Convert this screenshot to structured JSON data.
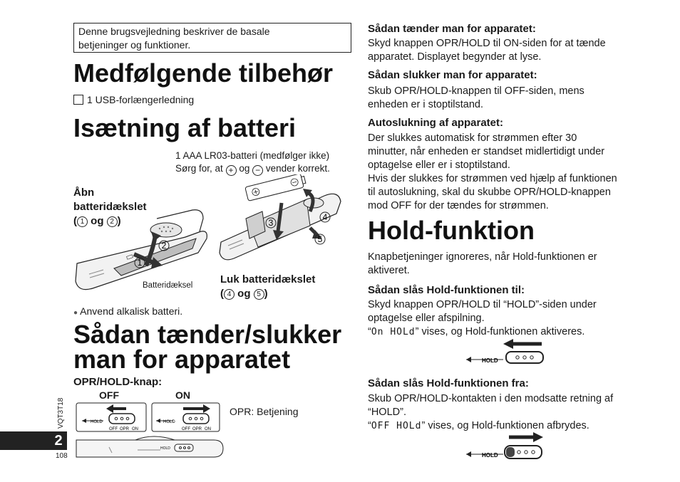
{
  "intro": {
    "line1": "Denne brugsvejledning beskriver de basale",
    "line2": "betjeninger og funktioner."
  },
  "accessories": {
    "title": "Medfølgende tilbehør",
    "item": "1 USB-forlængerledning"
  },
  "battery": {
    "title": "Isætning af batteri",
    "note_line1": "1 AAA LR03-batteri (medfølger ikke)",
    "note_line2_a": "Sørg for, at",
    "note_line2_b": "og",
    "note_line2_c": "vender korrekt.",
    "open_label_line1": "Åbn",
    "open_label_line2": "batteridækslet",
    "open_label_line3_a": "(",
    "open_label_num1": "1",
    "open_label_og": "og",
    "open_label_num2": "2",
    "open_label_line3_b": ")",
    "cover_label": "Batteridæksel",
    "close_label_line1": "Luk batteridækslet",
    "close_label_a": "(",
    "close_label_num1": "4",
    "close_label_og": "og",
    "close_label_num2": "5",
    "close_label_b": ")",
    "alkaline_note": "Anvend alkalisk batteri.",
    "step_numbers": [
      "1",
      "2",
      "3",
      "4",
      "5"
    ]
  },
  "power": {
    "title_line1": "Sådan tænder/slukker",
    "title_line2": "man for apparatet",
    "knob_label": "OPR/HOLD-knap:",
    "off_label": "OFF",
    "on_label": "ON",
    "opr_note": "OPR: Betjening",
    "switch_hold": "HOLD",
    "switch_off": "OFF",
    "switch_opr": "OPR",
    "switch_on": "ON"
  },
  "page": {
    "number": "2",
    "code": "VQT3T18",
    "page_index": "108"
  },
  "right": {
    "on_heading": "Sådan tænder man for apparatet:",
    "on_text_line1": "Skyd knappen OPR/HOLD til ON-siden for at tænde",
    "on_text_line2": "apparatet. Displayet begynder at lyse.",
    "off_heading": "Sådan slukker man for apparatet:",
    "off_text_line1": "Skub OPR/HOLD-knappen til OFF-siden, mens",
    "off_text_line2": "enheden er i stoptilstand.",
    "auto_heading": "Autoslukning af apparatet:",
    "auto_text_line1": "Der slukkes automatisk for strømmen efter 30",
    "auto_text_line2": "minutter, når enheden er standset midlertidigt under",
    "auto_text_line3": "optagelse eller er i stoptilstand.",
    "auto_text_line4": "Hvis der slukkes for strømmen ved hjælp af funktionen",
    "auto_text_line5": "til autoslukning, skal du skubbe OPR/HOLD-knappen",
    "auto_text_line6": "mod OFF for der tændes for strømmen.",
    "hold_title": "Hold-funktion",
    "hold_intro_line1": "Knapbetjeninger ignoreres, når Hold-funktionen er",
    "hold_intro_line2": "aktiveret.",
    "hold_on_heading": "Sådan slås Hold-funktionen til:",
    "hold_on_line1": "Skyd knappen OPR/HOLD til “HOLD”-siden under",
    "hold_on_line2": "optagelse eller afspilning.",
    "hold_on_lcd": "On HOLd",
    "hold_on_line3": "vises, og Hold-funktionen aktiveres.",
    "hold_off_heading": "Sådan slås Hold-funktionen fra:",
    "hold_off_line1": "Skub OPR/HOLD-kontakten i den modsatte retning af",
    "hold_off_line2": "“HOLD”.",
    "hold_off_lcd": "OFF HOLd",
    "hold_off_line3": "vises, og Hold-funktionen afbrydes.",
    "switch_hold": "HOLD"
  }
}
